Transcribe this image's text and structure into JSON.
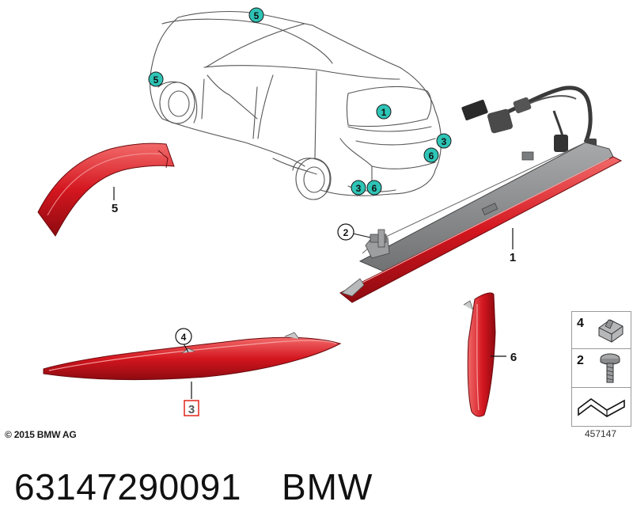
{
  "colors": {
    "lamp_red": "#d4161f",
    "lamp_red_dark": "#9c0d14",
    "lamp_red_light": "#f06a6a",
    "housing_gray": "#8a8c8e",
    "marker_teal": "#2ec4b6",
    "highlight_box": "#e2231a"
  },
  "icons": {
    "clip_nut": "clip-nut-icon",
    "screw": "screw-icon",
    "bracket": "bracket-icon"
  },
  "callouts": {
    "car_roof_5": "5",
    "car_side_5": "5",
    "car_glass_1": "1",
    "car_bumper_3a": "3",
    "car_bumper_6a": "6",
    "car_bumper_3b": "3",
    "car_bumper_6b": "6",
    "part_5": "5",
    "part_2": "2",
    "part_1": "1",
    "part_4": "4",
    "part_3": "3",
    "part_6": "6"
  },
  "legend": {
    "item_4": "4",
    "item_2": "2"
  },
  "copyright": "© 2015 BMW AG",
  "diagram_id": "457147",
  "part_number": "63147290091",
  "brand": "BMW"
}
